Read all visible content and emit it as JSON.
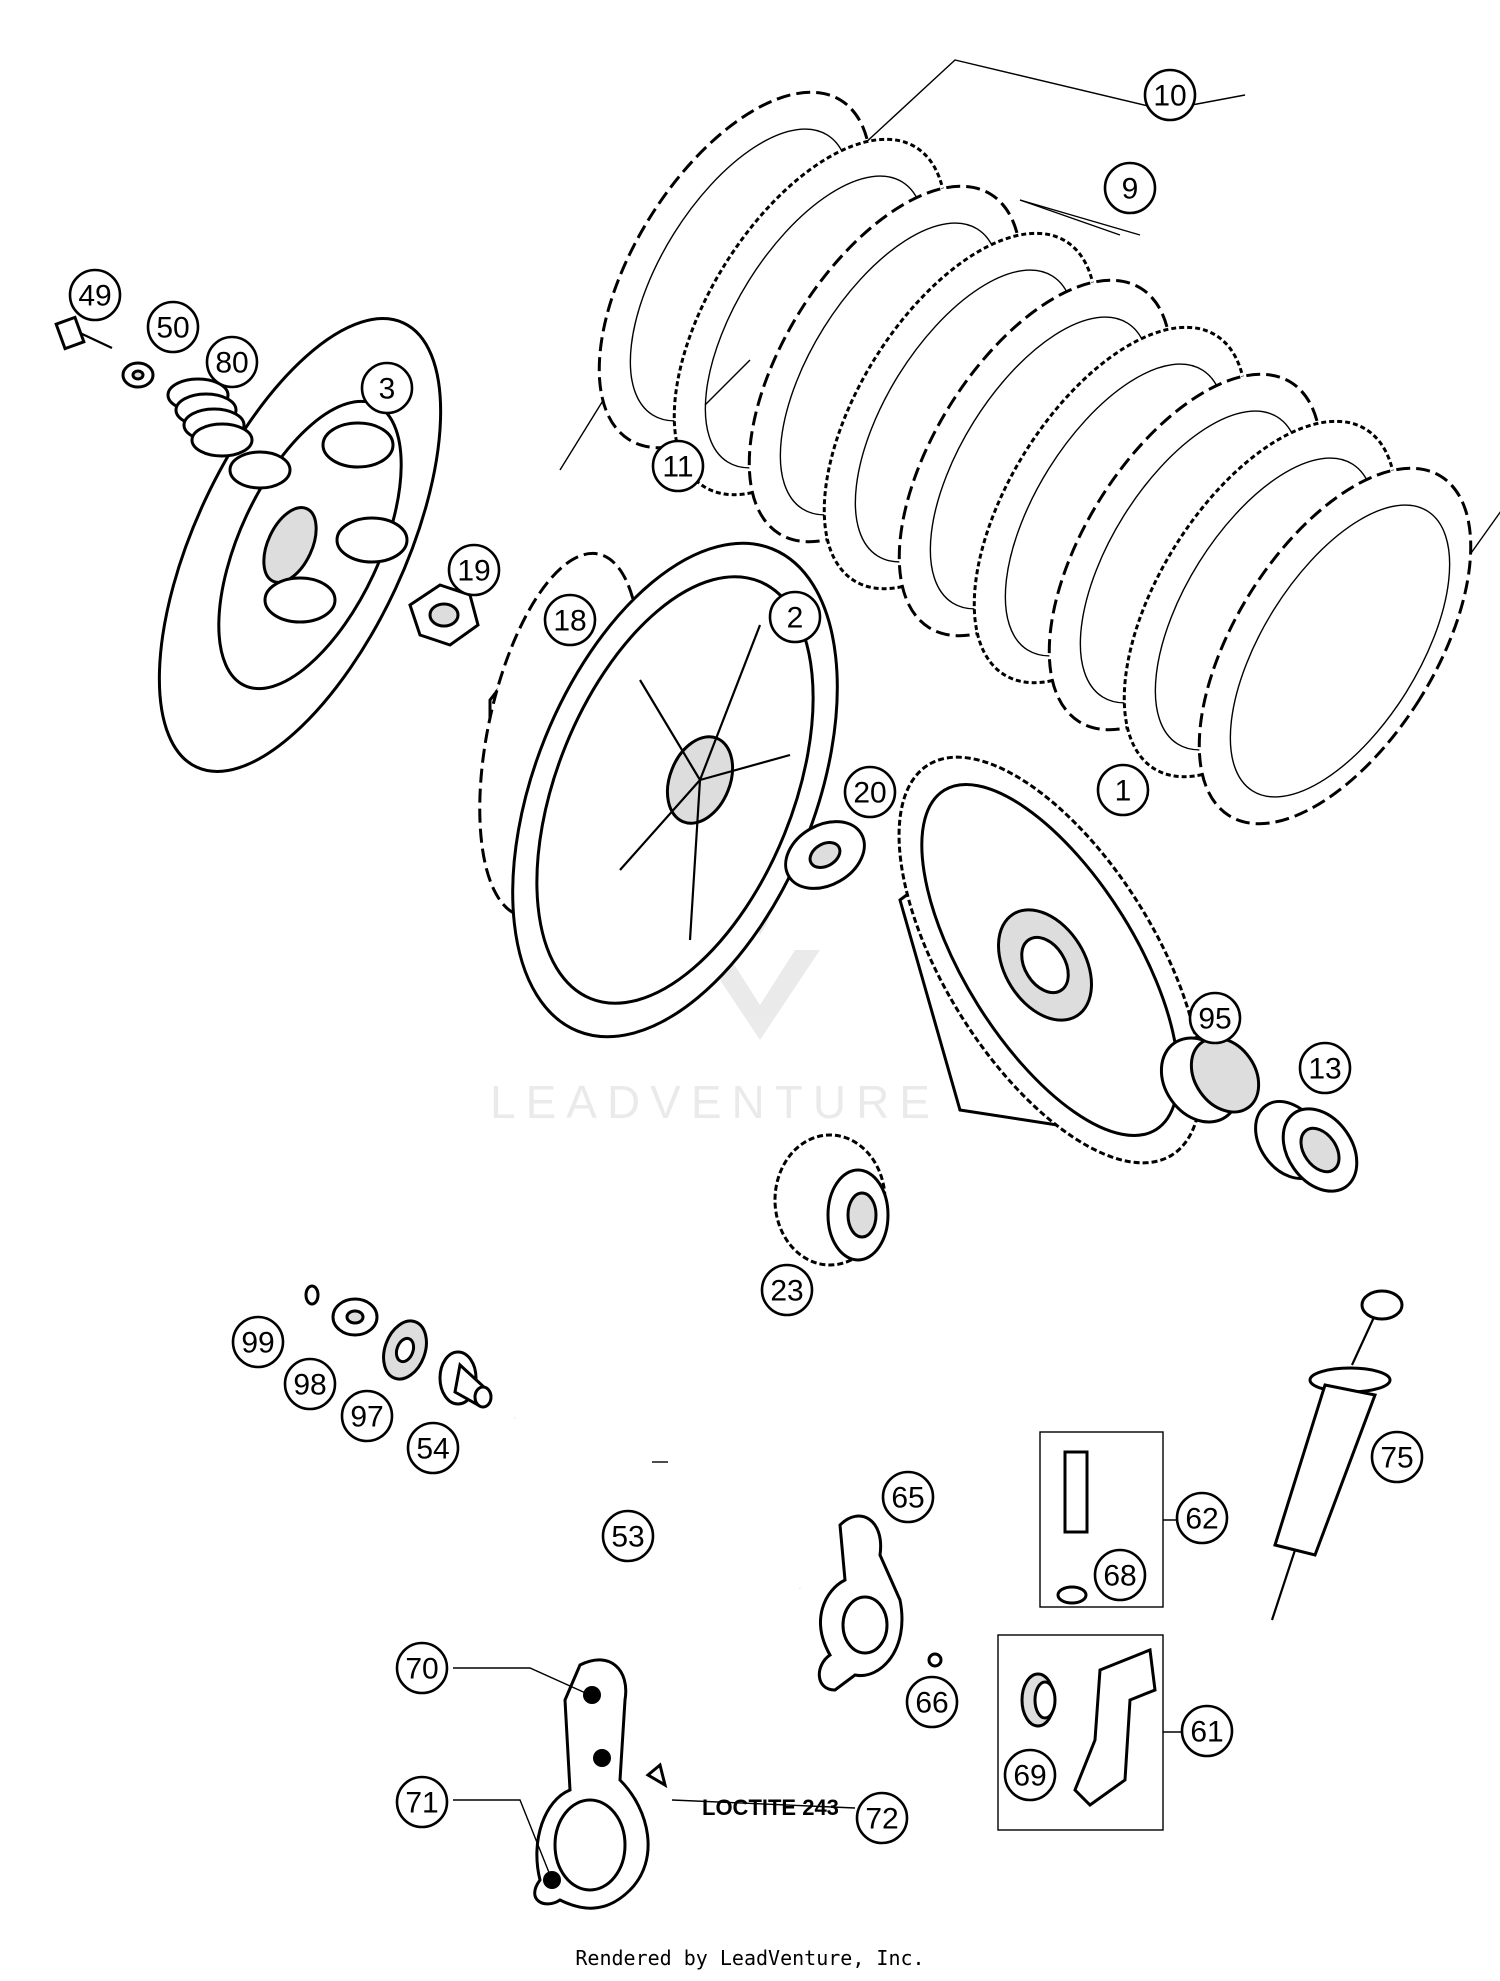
{
  "callouts": [
    "1",
    "2",
    "3",
    "9",
    "10",
    "11",
    "13",
    "18",
    "19",
    "20",
    "23",
    "49",
    "50",
    "53",
    "54",
    "61",
    "62",
    "65",
    "66",
    "68",
    "69",
    "70",
    "71",
    "72",
    "75",
    "80",
    "95",
    "97",
    "98",
    "99"
  ],
  "note_label": "LOCTITE 243",
  "watermark": "LEADVENTURE",
  "footer": "Rendered by LeadVenture, Inc."
}
